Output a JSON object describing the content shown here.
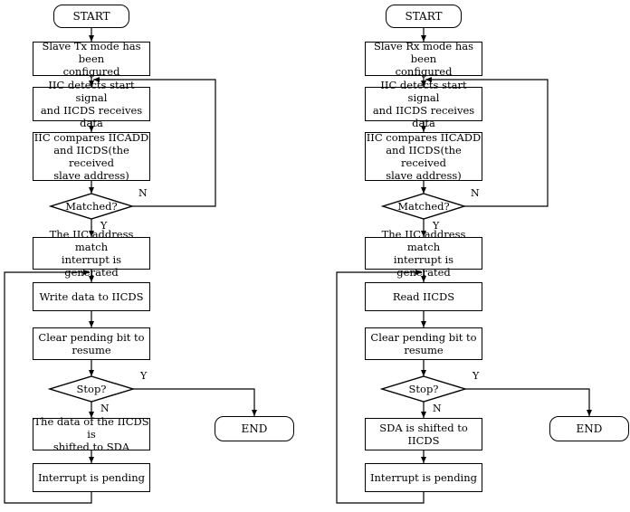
{
  "left": {
    "start": "START",
    "configured": "Slave Tx mode has been\nconfigured",
    "detect": "IIC detects start signal\nand IICDS receives data",
    "compare": "IIC compares IICADD\nand IICDS(the received\nslave address)",
    "matched": "Matched?",
    "matched_no": "N",
    "matched_yes": "Y",
    "interrupt_generated": "The IIC address match\ninterrupt is generated",
    "data_op": "Write data to IICDS",
    "clear_pending": "Clear pending bit to\nresume",
    "stop": "Stop?",
    "stop_yes": "Y",
    "stop_no": "N",
    "shift": "The data of the IICDS is\nshifted to SDA",
    "pending": "Interrupt is pending",
    "end": "END"
  },
  "right": {
    "start": "START",
    "configured": "Slave Rx mode has been\nconfigured",
    "detect": "IIC detects start signal\nand IICDS receives data",
    "compare": "IIC compares IICADD\nand IICDS(the received\nslave address)",
    "matched": "Matched?",
    "matched_no": "N",
    "matched_yes": "Y",
    "interrupt_generated": "The IIC address match\ninterrupt is generated",
    "data_op": "Read IICDS",
    "clear_pending": "Clear pending bit to\nresume",
    "stop": "Stop?",
    "stop_yes": "Y",
    "stop_no": "N",
    "shift": "SDA is shifted to IICDS",
    "pending": "Interrupt is pending",
    "end": "END"
  }
}
